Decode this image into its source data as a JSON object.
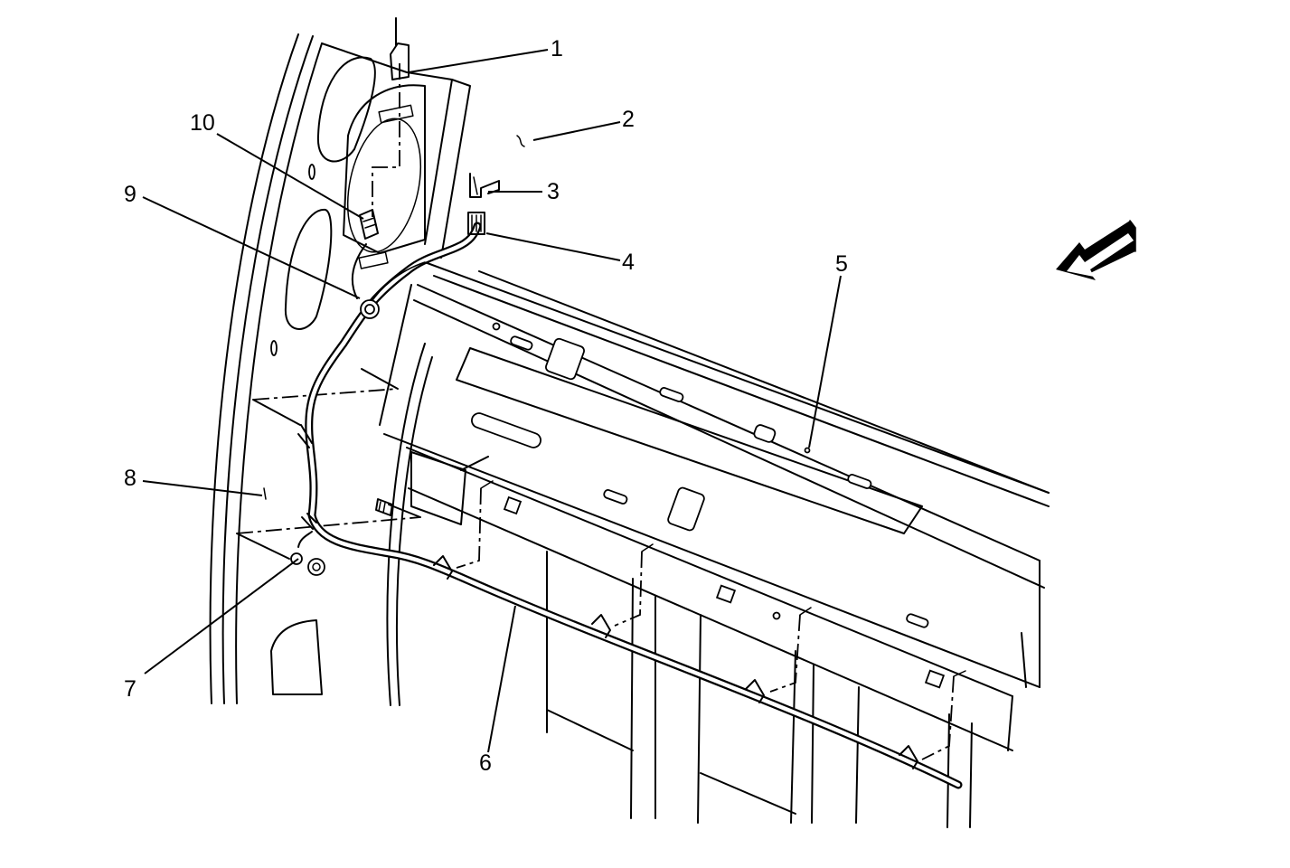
{
  "callouts": [
    {
      "id": "1",
      "label": "1"
    },
    {
      "id": "2",
      "label": "2"
    },
    {
      "id": "3",
      "label": "3"
    },
    {
      "id": "4",
      "label": "4"
    },
    {
      "id": "5",
      "label": "5"
    },
    {
      "id": "6",
      "label": "6"
    },
    {
      "id": "7",
      "label": "7"
    },
    {
      "id": "8",
      "label": "8"
    },
    {
      "id": "9",
      "label": "9"
    },
    {
      "id": "10",
      "label": "10"
    }
  ],
  "icons": {
    "view_arrow": "direction-arrow-icon"
  },
  "colors": {
    "line": "#000000",
    "background": "#ffffff"
  }
}
